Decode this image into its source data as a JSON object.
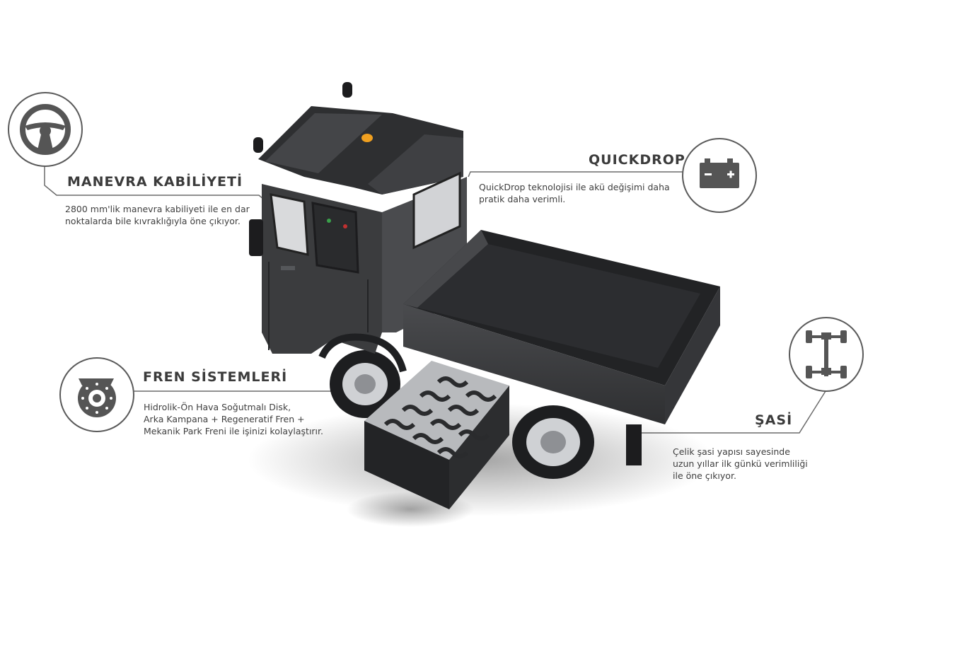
{
  "features": {
    "maneuver": {
      "title": "MANEVRA KABİLİYETİ",
      "desc": [
        "2800 mm'lik manevra kabiliyeti ile en dar",
        "noktalarda bile kıvraklığıyla öne çıkıyor."
      ],
      "icon": "steering-wheel-icon"
    },
    "quickdrop": {
      "title": "QUICKDROP",
      "desc": [
        "QuickDrop teknolojisi ile akü değişimi daha",
        "pratik daha verimli."
      ],
      "icon": "battery-icon"
    },
    "brakes": {
      "title": "FREN SİSTEMLERİ",
      "desc": [
        "Hidrolik-Ön Hava Soğutmalı Disk,",
        "Arka Kampana + Regeneratif Fren +",
        "Mekanik Park Freni ile işinizi kolaylaştırır."
      ],
      "icon": "brake-disc-icon"
    },
    "chassis": {
      "title": "ŞASİ",
      "desc": [
        "Çelik şasi yapısı sayesinde",
        "uzun yıllar ilk günkü verimliliği",
        "ile öne çıkıyor."
      ],
      "icon": "chassis-icon"
    }
  },
  "vehicle": {
    "icon": "electric-utility-truck-image",
    "colors": {
      "body": "#3b3c3e",
      "dark": "#1f2022",
      "light": "#5a5b5e",
      "battery": "#9a9ca0",
      "beacon": "#f0a020"
    }
  },
  "colors": {
    "line": "#6b6b6b",
    "text": "#3b3b3b",
    "icon": "#555555"
  }
}
